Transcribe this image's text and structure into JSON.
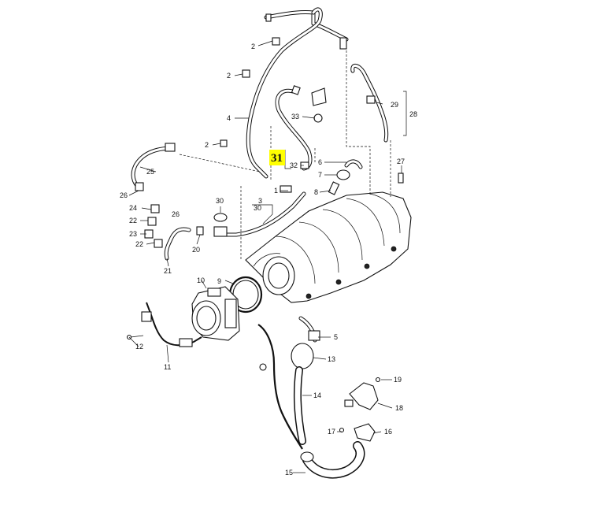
{
  "highlight": {
    "label": "31",
    "color": "#ffff00"
  },
  "callouts": [
    {
      "id": "c2a",
      "text": "2"
    },
    {
      "id": "c2b",
      "text": "2"
    },
    {
      "id": "c2c",
      "text": "2"
    },
    {
      "id": "c4",
      "text": "4"
    },
    {
      "id": "c33",
      "text": "33"
    },
    {
      "id": "c29",
      "text": "29"
    },
    {
      "id": "c28",
      "text": "28"
    },
    {
      "id": "c32",
      "text": "32"
    },
    {
      "id": "c6",
      "text": "6"
    },
    {
      "id": "c7",
      "text": "7"
    },
    {
      "id": "c8",
      "text": "8"
    },
    {
      "id": "c27",
      "text": "27"
    },
    {
      "id": "c1",
      "text": "1"
    },
    {
      "id": "c25",
      "text": "25"
    },
    {
      "id": "c26a",
      "text": "26"
    },
    {
      "id": "c26b",
      "text": "26"
    },
    {
      "id": "c24",
      "text": "24"
    },
    {
      "id": "c22a",
      "text": "22"
    },
    {
      "id": "c22b",
      "text": "22"
    },
    {
      "id": "c23",
      "text": "23"
    },
    {
      "id": "c21",
      "text": "21"
    },
    {
      "id": "c20",
      "text": "20"
    },
    {
      "id": "c30a",
      "text": "30"
    },
    {
      "id": "c3",
      "text": "3"
    },
    {
      "id": "c30b",
      "text": "30"
    },
    {
      "id": "c10",
      "text": "10"
    },
    {
      "id": "c9",
      "text": "9"
    },
    {
      "id": "c12",
      "text": "12"
    },
    {
      "id": "c11",
      "text": "11"
    },
    {
      "id": "c5",
      "text": "5"
    },
    {
      "id": "c13",
      "text": "13"
    },
    {
      "id": "c14",
      "text": "14"
    },
    {
      "id": "c19",
      "text": "19"
    },
    {
      "id": "c18",
      "text": "18"
    },
    {
      "id": "c17",
      "text": "17"
    },
    {
      "id": "c16",
      "text": "16"
    },
    {
      "id": "c15",
      "text": "15"
    }
  ]
}
